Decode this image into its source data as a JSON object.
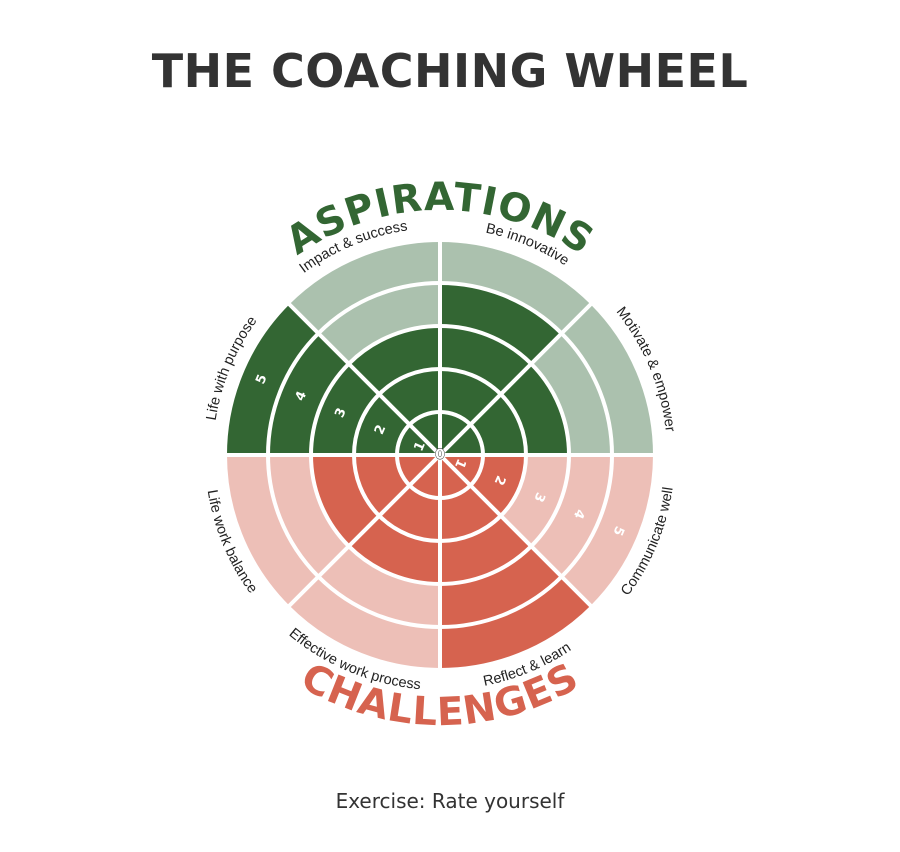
{
  "title": "THE COACHING WHEEL",
  "footer": "Exercise: Rate yourself",
  "colors": {
    "aspirations_dark": "#336633",
    "aspirations_light": "#abc1ae",
    "challenges_dark": "#d6634f",
    "challenges_light": "#edbfb7",
    "title_text": "#333333"
  },
  "wheel": {
    "center_label": "0",
    "ring_labels": [
      "1",
      "2",
      "3",
      "4",
      "5"
    ],
    "max_score": 5,
    "groups": [
      {
        "name": "ASPIRATIONS",
        "position": "top",
        "color_key": "aspirations"
      },
      {
        "name": "CHALLENGES",
        "position": "bottom",
        "color_key": "challenges"
      }
    ],
    "segments": [
      {
        "label": "Be innovative",
        "group": "aspirations",
        "score": 4
      },
      {
        "label": "Motivate & empower",
        "group": "aspirations",
        "score": 3
      },
      {
        "label": "Communicate well",
        "group": "challenges",
        "score": 2
      },
      {
        "label": "Reflect & learn",
        "group": "challenges",
        "score": 5
      },
      {
        "label": "Effective work process",
        "group": "challenges",
        "score": 3
      },
      {
        "label": "Life work balance",
        "group": "challenges",
        "score": 3
      },
      {
        "label": "Life with purpose",
        "group": "aspirations",
        "score": 5
      },
      {
        "label": "Impact & success",
        "group": "aspirations",
        "score": 3
      }
    ]
  }
}
